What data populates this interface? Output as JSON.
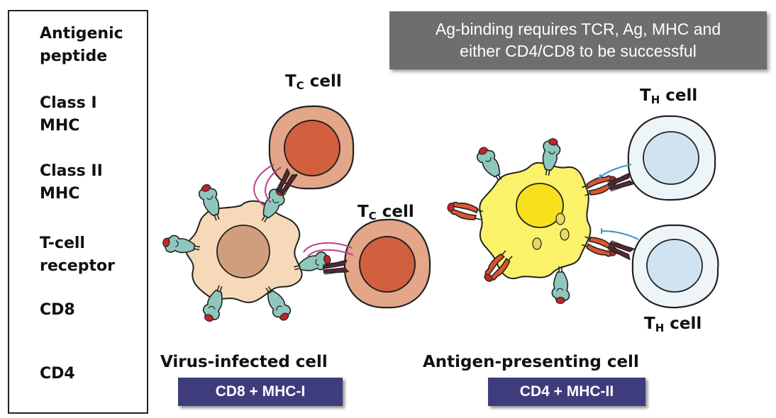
{
  "legend": {
    "items": [
      {
        "label_1": "Antigenic",
        "label_2": "peptide",
        "icon": "antigenic-peptide-icon"
      },
      {
        "label_1": "Class I",
        "label_2": "MHC",
        "icon": "class-i-mhc-icon"
      },
      {
        "label_1": "Class II",
        "label_2": "MHC",
        "icon": "class-ii-mhc-icon"
      },
      {
        "label_1": "T-cell",
        "label_2": "receptor",
        "icon": "t-cell-receptor-icon"
      },
      {
        "label_1": "CD8",
        "icon": "cd8-icon"
      },
      {
        "label_1": "CD4",
        "icon": "cd4-icon"
      }
    ]
  },
  "note": {
    "line_1": "Ag-binding requires TCR, Ag, MHC and",
    "line_2": "either CD4/CD8 to be successful"
  },
  "left_panel": {
    "tc_top": {
      "main": "T",
      "sub": "C",
      "suffix": " cell"
    },
    "tc_right": {
      "main": "T",
      "sub": "C",
      "suffix": " cell"
    },
    "caption": "Virus-infected cell",
    "tag": "CD8 + MHC-I"
  },
  "right_panel": {
    "th_top": {
      "main": "T",
      "sub": "H",
      "suffix": " cell"
    },
    "th_bottom": {
      "main": "T",
      "sub": "H",
      "suffix": " cell"
    },
    "caption": "Antigen-presenting cell",
    "tag": "CD4 + MHC-II"
  },
  "colors": {
    "tc_outer": "#e3a688",
    "tc_inner": "#d2603f",
    "th_outer": "#eef5f9",
    "th_inner": "#cfe3f3",
    "infected_cell": "#f6d9b8",
    "infected_nucleus": "#cf9f7d",
    "apc": "#fbf26a",
    "apc_nucleus": "#f6e11c",
    "peptide": "#c4242b",
    "class_i_mhc": "#8ec8bd",
    "class_ii_mhc": "#d9562e",
    "tcr": "#5b2434",
    "cd8": "#c23c8c",
    "cd4": "#3e8fc8",
    "tag_bg": "#3f3c7e",
    "note_bg": "#6e6e6e"
  }
}
